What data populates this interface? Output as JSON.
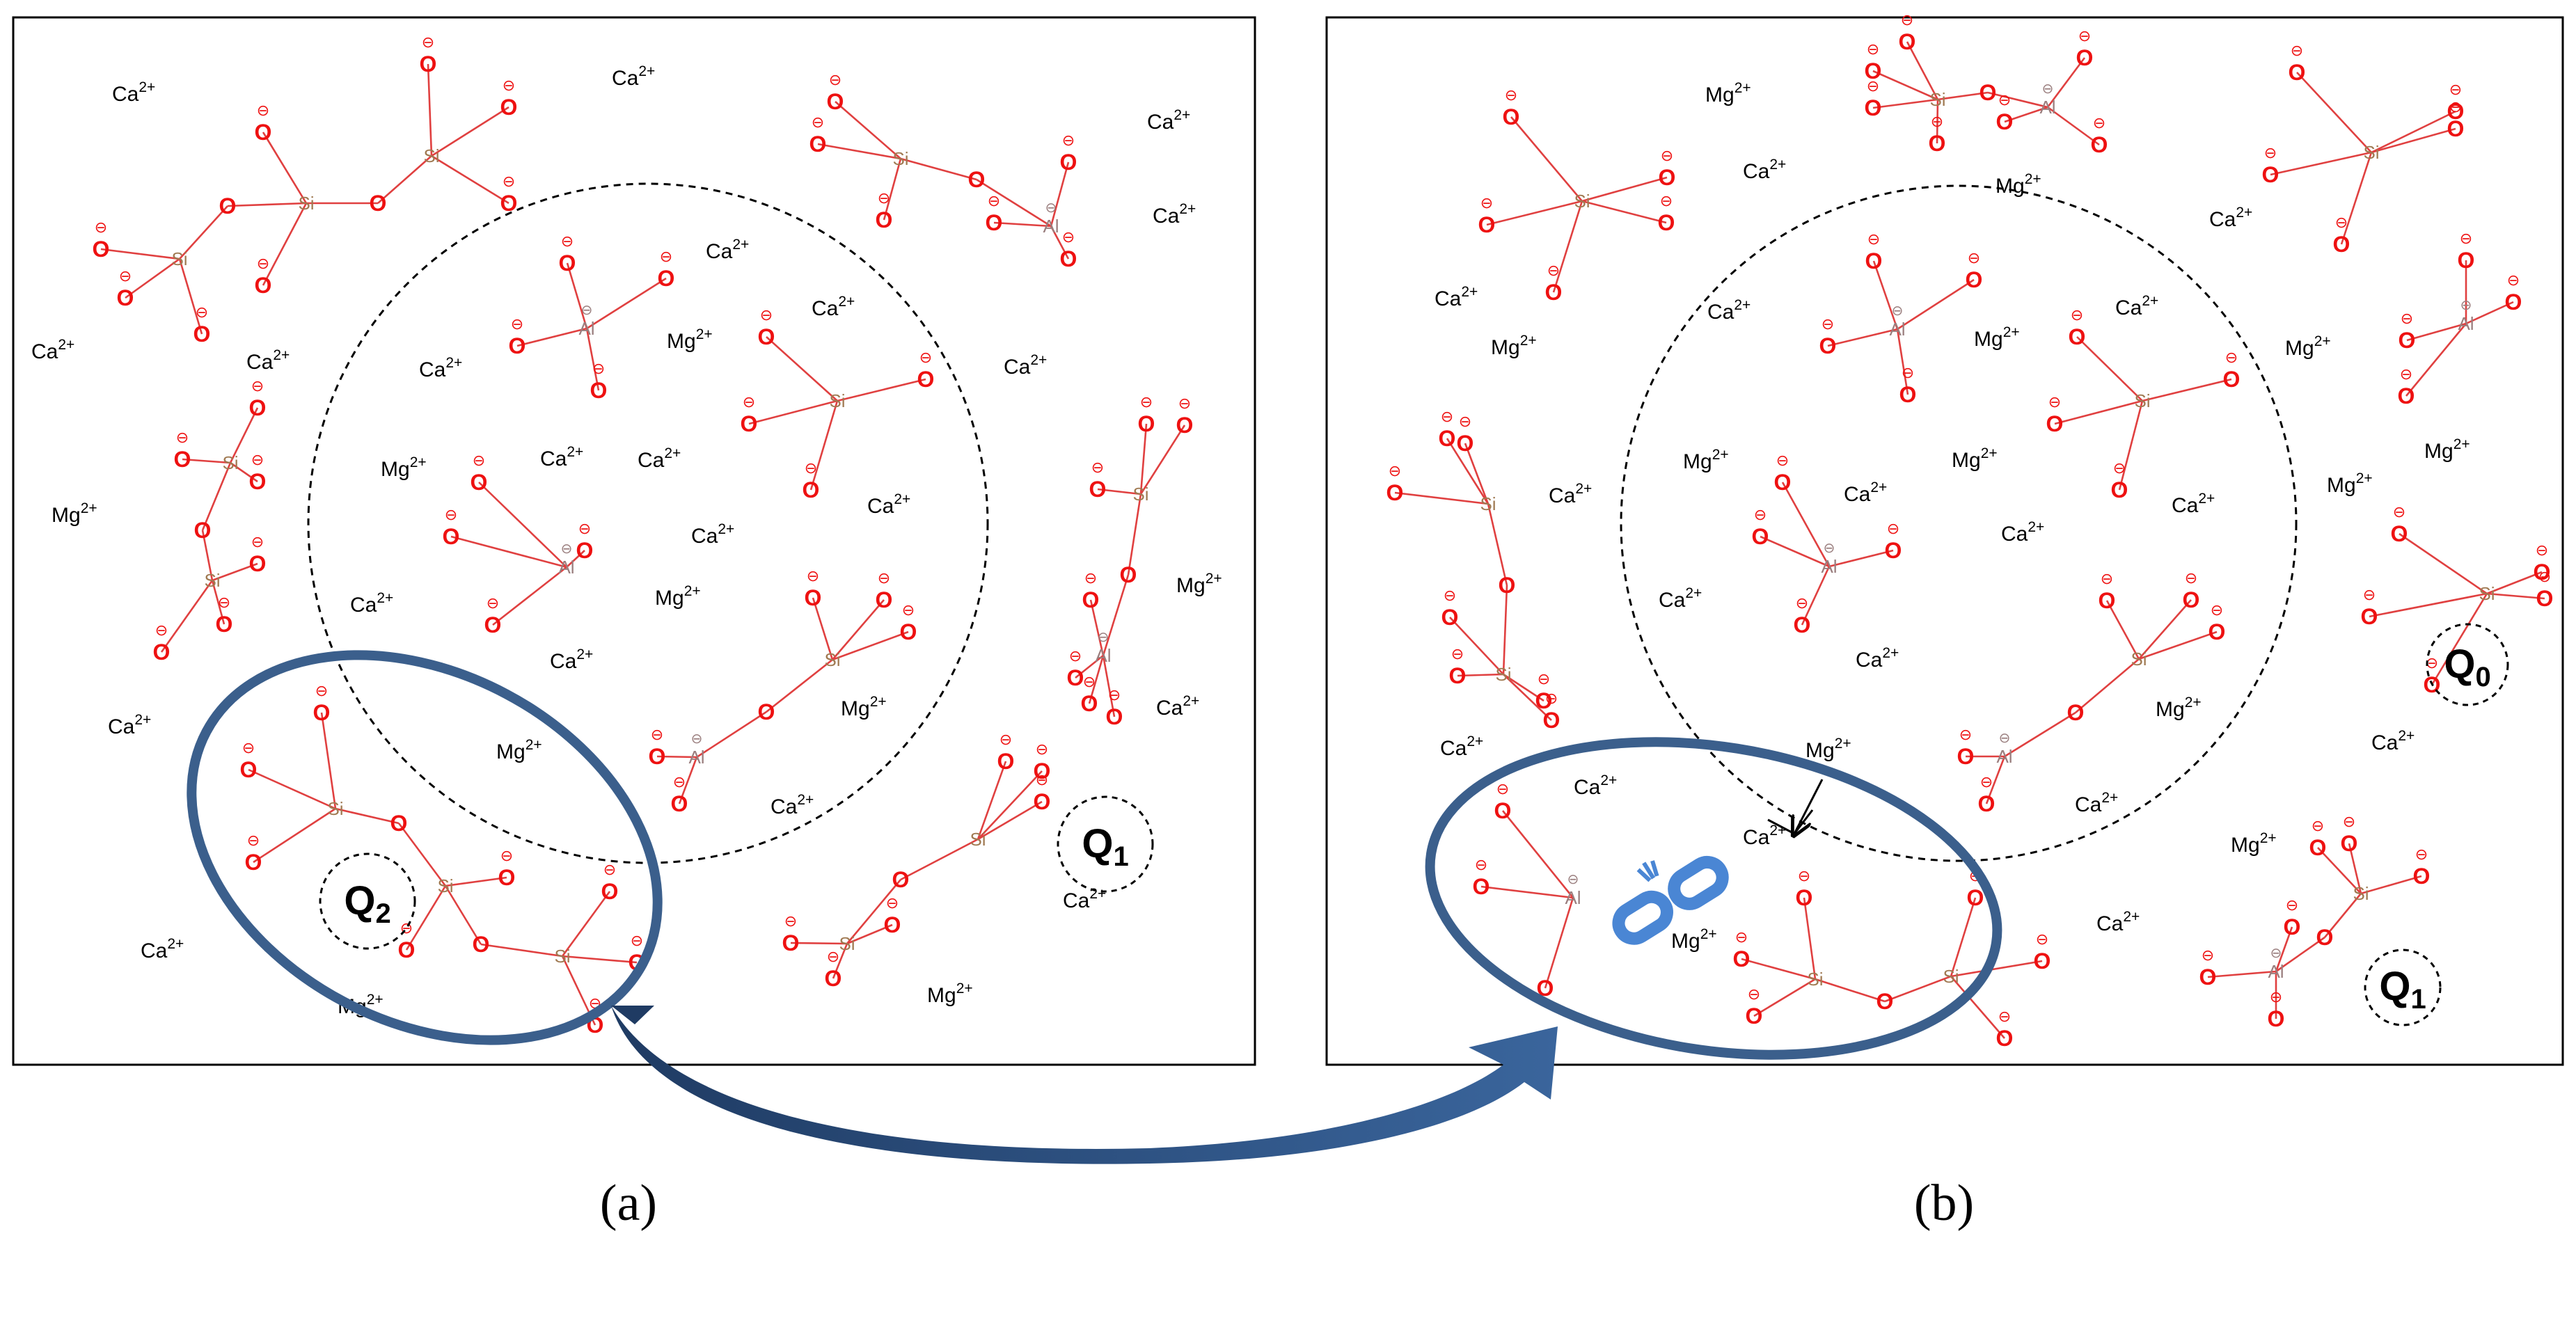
{
  "panels": [
    {
      "label": "(a)"
    },
    {
      "label": "(b)"
    }
  ],
  "q_labels": {
    "q2": {
      "main": "Q",
      "sub": "2"
    },
    "q1_a": {
      "main": "Q",
      "sub": "1"
    },
    "q0": {
      "main": "Q",
      "sub": "0"
    },
    "q1_b": {
      "main": "Q",
      "sub": "1"
    }
  },
  "species": {
    "calcium": {
      "symbol": "Ca",
      "charge": "2+"
    },
    "magnesium": {
      "symbol": "Mg",
      "charge": "2+"
    },
    "oxygen": {
      "symbol": "O",
      "charge": "⊖"
    },
    "silicon": {
      "symbol": "Si"
    },
    "aluminium": {
      "symbol": "Al",
      "charge": "⊖"
    }
  },
  "colors": {
    "oxygen": "#ee1111",
    "bond": "#e04040",
    "silicon": "#a07a52",
    "aluminium": "#9a7e7e",
    "highlight_ellipse": "#3b5f8c",
    "broken_link_icon": "#4a86d4"
  },
  "icons": [
    "broken-link-icon",
    "curved-arrow",
    "short-arrow"
  ]
}
